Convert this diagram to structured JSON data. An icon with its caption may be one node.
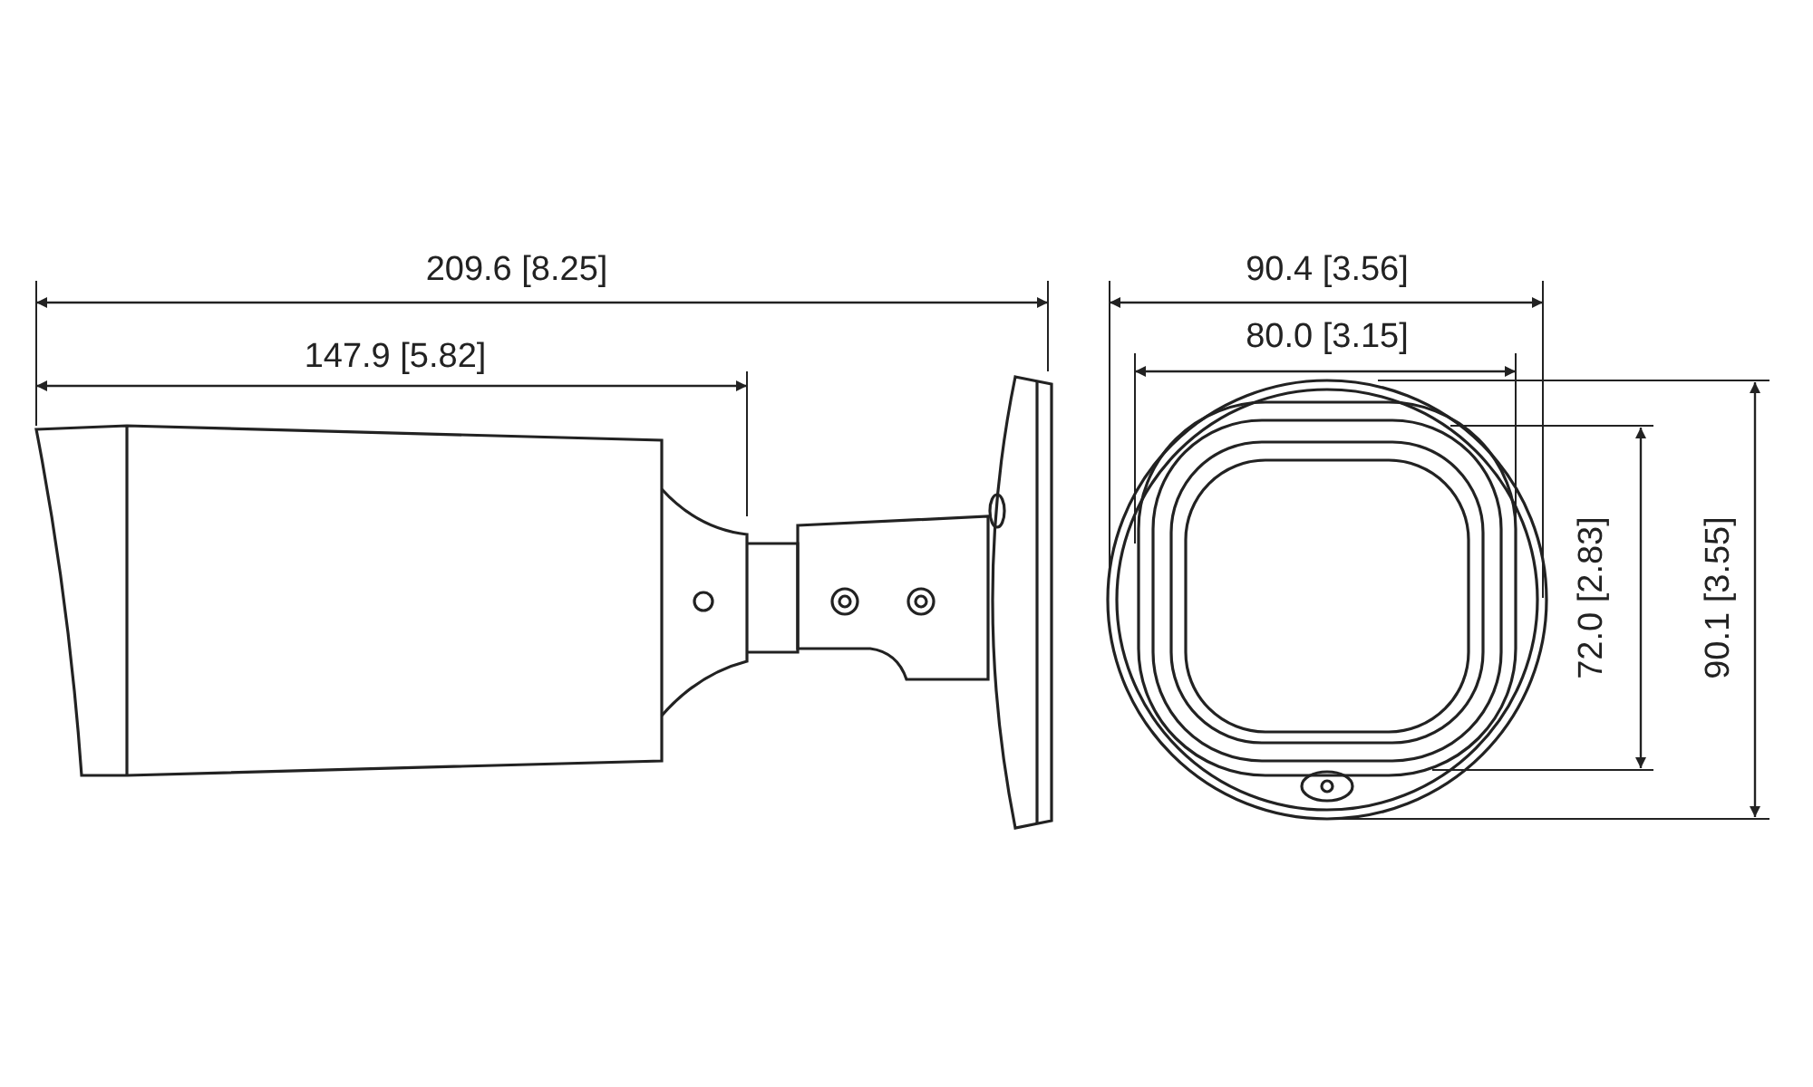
{
  "diagram": {
    "labels": [
      "209.6 [8.25]",
      "147.9 [5.82]",
      "90.4 [3.56]",
      "80.0 [3.15]",
      "72.0 [2.83]",
      "90.1 [3.55]"
    ]
  }
}
